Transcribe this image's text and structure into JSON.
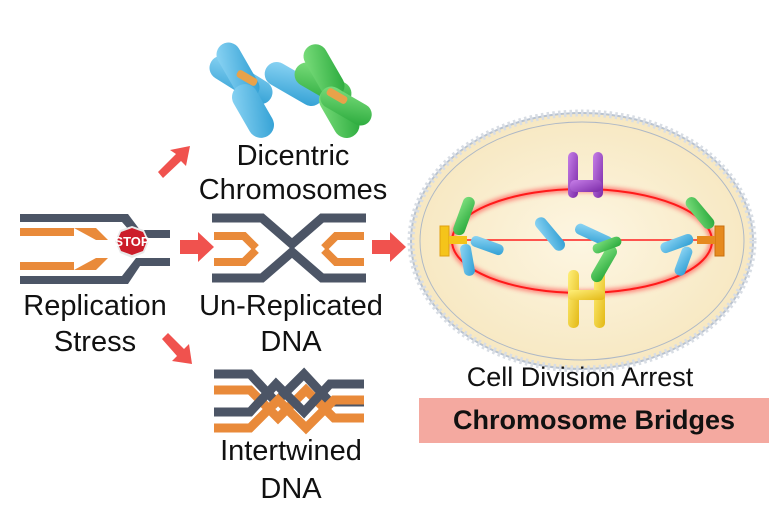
{
  "labels": {
    "dicentric_line1": "Dicentric",
    "dicentric_line2": "Chromosomes",
    "replication_line1": "Replication",
    "replication_line2": "Stress",
    "unreplicated_line1": "Un-Replicated",
    "unreplicated_line2": "DNA",
    "intertwined_line1": "Intertwined",
    "intertwined_line2": "DNA",
    "cell_division": "Cell Division Arrest",
    "bridges": "Chromosome Bridges",
    "stop_sign": "STOP"
  },
  "colors": {
    "dna_dark": "#4c5566",
    "dna_orange": "#e98a3a",
    "arrow_red": "#f0524e",
    "chrom_blue": "#5ab8e6",
    "chrom_green": "#43c24a",
    "chrom_purple": "#9b3fc7",
    "chrom_yellow": "#f2d430",
    "stop_red": "#cc1d2a",
    "cell_fill": "#fbf0d4",
    "spindle_red": "#ff2020",
    "highlight": "#f4a9a0"
  }
}
